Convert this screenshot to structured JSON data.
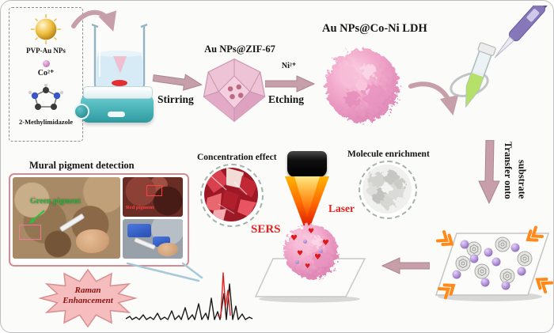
{
  "reagent_box": {
    "pvp_au_label": "PVP-Au  NPs",
    "cobalt_label": "Co²⁺",
    "mim_label": "2-Methylimidazole"
  },
  "synthesis": {
    "stirring_label": "Stirring",
    "zif_label": "Au NPs@ZIF-67",
    "nickel_label": "Ni²⁺",
    "etching_label": "Etching",
    "ldh_label": "Au NPs@Co-Ni LDH"
  },
  "transfer": {
    "line1": "Transfer onto",
    "line2": "substrate"
  },
  "sers_scene": {
    "concentration_label": "Concentration effect",
    "enrichment_label": "Molecule enrichment",
    "laser_label": "Laser",
    "sers_label": "SERS"
  },
  "application": {
    "mural_label": "Mural pigment detection",
    "green_pigment_label": "Green pigment",
    "red_pigment_label": "Red pigment",
    "raman_line1": "Raman",
    "raman_line2": "Enhancement"
  },
  "colors": {
    "arrow_mauve": "#c79fa9",
    "accent_red": "#e62222",
    "hotplate_teal": "#49b3b8",
    "ball_pink": "#f2a9cb",
    "gold": "#f0c040",
    "sphere_purple": "#b294d8",
    "orange_arrow": "#ff8a1a",
    "green_pigment": "#28b43c"
  }
}
